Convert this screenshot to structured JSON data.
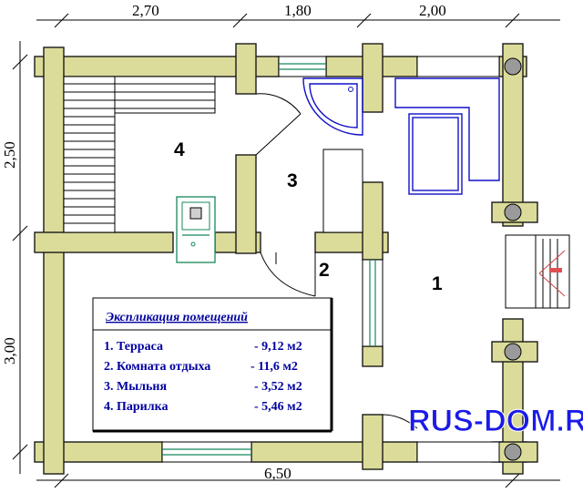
{
  "dimensions": {
    "top_left": "2,70",
    "top_middle": "1,80",
    "top_right": "2,00",
    "left_upper": "2,50",
    "left_lower": "3,00",
    "bottom": "6,50"
  },
  "rooms": [
    {
      "number": "1"
    },
    {
      "number": "2"
    },
    {
      "number": "3"
    },
    {
      "number": "4"
    }
  ],
  "legend": {
    "title": "Экспликация помещений",
    "items": [
      {
        "name": "1. Терраса",
        "area": "- 9,12 м2"
      },
      {
        "name": "2. Комната отдыха",
        "area": "- 11,6 м2"
      },
      {
        "name": "3. Мыльня",
        "area": "- 3,52 м2"
      },
      {
        "name": "4. Парилка",
        "area": "- 5,46 м2"
      }
    ]
  },
  "watermark": "RUS-DOM.RU",
  "colors": {
    "wall": "#dcdc9a",
    "legend_text": "#0000a0",
    "fixtures": "#1010c8",
    "watermark": "#1a1ae8"
  }
}
